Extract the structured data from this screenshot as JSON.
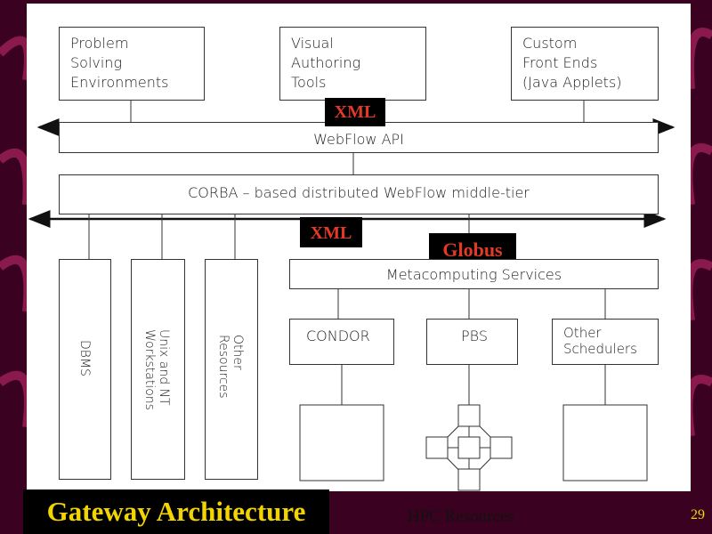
{
  "diagram": {
    "top_boxes": [
      {
        "label": "Problem\nSolving\nEnvironments"
      },
      {
        "label": "Visual\nAuthoring\nTools"
      },
      {
        "label": "Custom\nFront Ends\n(Java Applets)"
      }
    ],
    "webflow_api": "WebFlow API",
    "middle_tier": "CORBA – based distributed WebFlow middle-tier",
    "xml_label_top": "XML",
    "xml_label_bottom": "XML",
    "globus_label": "Globus",
    "metacomputing": "Metacomputing Services",
    "vertical_boxes": [
      {
        "label": "DBMS"
      },
      {
        "label": "Unix and NT\nWorkstations"
      },
      {
        "label": "Other\nResources"
      }
    ],
    "schedulers": [
      {
        "label": "CONDOR"
      },
      {
        "label": "PBS"
      },
      {
        "label": "Other\nSchedulers"
      }
    ]
  },
  "title": "Gateway Architecture",
  "footer_label": "HPC Resources",
  "page_number": "29",
  "colors": {
    "background": "#3a0220",
    "title_text": "#f2d400",
    "label_text": "#e23a25"
  }
}
